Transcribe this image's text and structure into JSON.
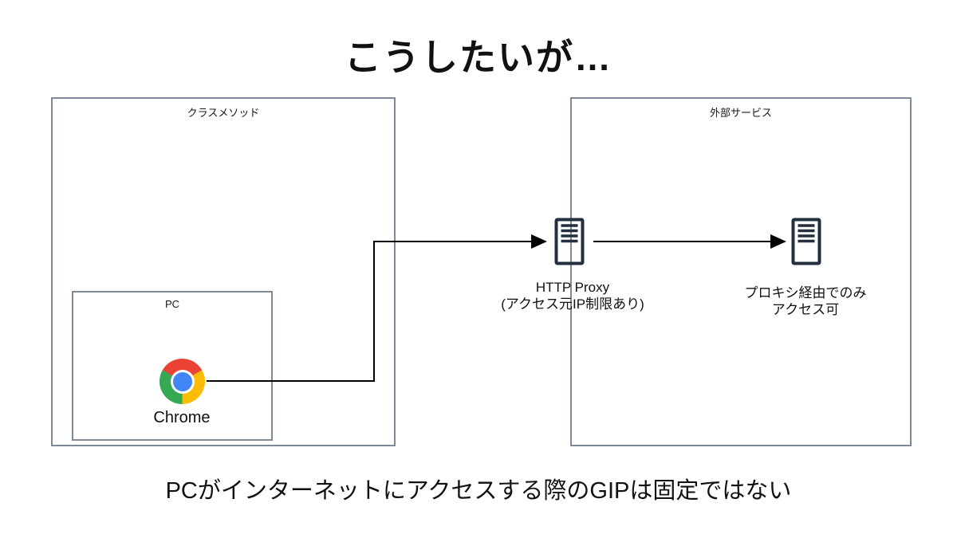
{
  "title": "こうしたいが…",
  "caption": "PCがインターネットにアクセスする際のGIPは固定ではない",
  "left_group": {
    "label": "クラスメソッド"
  },
  "right_group": {
    "label": "外部サービス"
  },
  "pc_box": {
    "label": "PC"
  },
  "chrome": {
    "label": "Chrome"
  },
  "proxy": {
    "title": "HTTP Proxy",
    "subtitle": "(アクセス元IP制限あり)"
  },
  "external_server": {
    "line1": "プロキシ経由でのみ",
    "line2": "アクセス可"
  },
  "icons": {
    "chrome": "chrome-logo",
    "proxy": "server-icon",
    "external": "server-icon"
  },
  "colors": {
    "border": "#7e8a9a",
    "server_icon": "#232f3e",
    "arrow": "#000000",
    "text": "#111111",
    "chrome_red": "#EA4335",
    "chrome_yellow": "#FBBC05",
    "chrome_green": "#34A853",
    "chrome_blue": "#4285F4",
    "background": "#ffffff"
  }
}
